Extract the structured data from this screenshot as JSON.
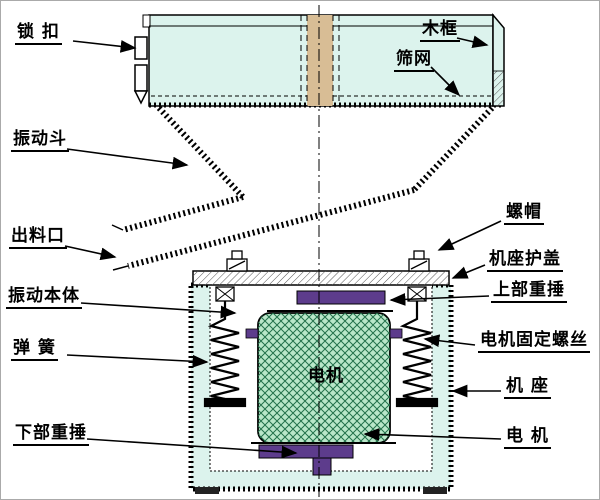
{
  "labels": {
    "lock": "锁 扣",
    "wood_frame": "木框",
    "sieve_mesh": "筛网",
    "vibration_hopper": "振动斗",
    "discharge_outlet": "出料口",
    "nut": "螺帽",
    "base_cover": "机座护盖",
    "vibration_body": "振动本体",
    "upper_weight": "上部重捶",
    "spring": "弹 簧",
    "motor_fixing_screw": "电机固定螺丝",
    "base": "机 座",
    "lower_weight": "下部重捶",
    "motor": "电 机",
    "motor_body_text": "电机"
  },
  "colors": {
    "body_fill": "#dcf3ed",
    "motor_fill": "#b9e7c9",
    "weight_fill": "#5d3c8c",
    "wood_fill": "#d8bd95",
    "line": "#000000",
    "background": "#ffffff"
  }
}
